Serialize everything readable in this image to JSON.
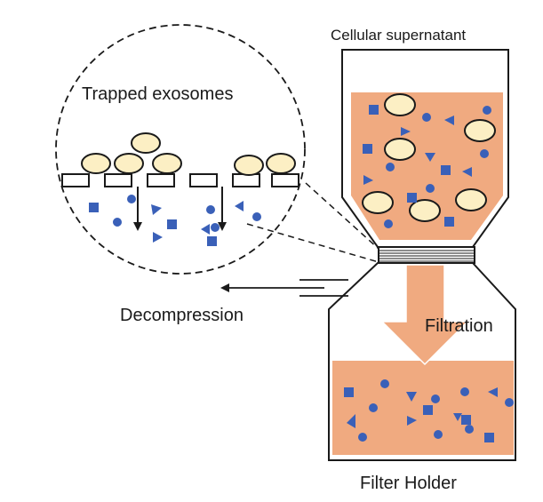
{
  "labels": {
    "top": "Cellular supernatant",
    "trapped": "Trapped exosomes",
    "decompression": "Decompression",
    "filtration": "Filtration",
    "holder": "Filter Holder"
  },
  "colors": {
    "liquid": "#F0AA80",
    "particle": "#3A60B8",
    "exosome_fill": "#FCEFC4",
    "outline": "#1a1a1a",
    "arrow_fill": "#F0AA80"
  }
}
